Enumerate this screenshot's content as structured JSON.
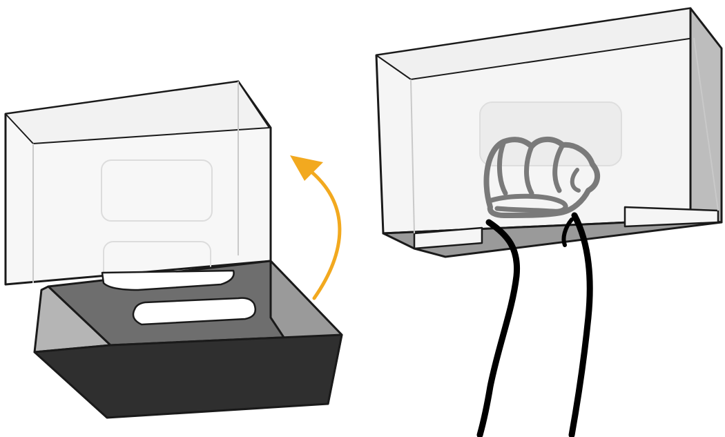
{
  "figure": {
    "panels": [
      {
        "id": "left",
        "subject": "open-box",
        "colors": {
          "outline": "#1a1a1a",
          "lid_fill": "#f7f7f7",
          "window_stroke": "#dcdcdc",
          "tray_side": "#8a8a8a",
          "tray_front": "#2f2f2f",
          "tray_slot": "#ffffff",
          "arrow": "#f2a91f"
        }
      },
      {
        "id": "right",
        "subject": "box-with-fist",
        "colors": {
          "outline": "#1a1a1a",
          "box_fill": "#f5f5f5",
          "window_fill": "#ececec",
          "fist": "#7a7a7a",
          "arm": "#000000",
          "bottom_side": "#9a9a9a"
        }
      }
    ],
    "icons": [
      "curved-arrow-icon",
      "fist-icon"
    ]
  }
}
